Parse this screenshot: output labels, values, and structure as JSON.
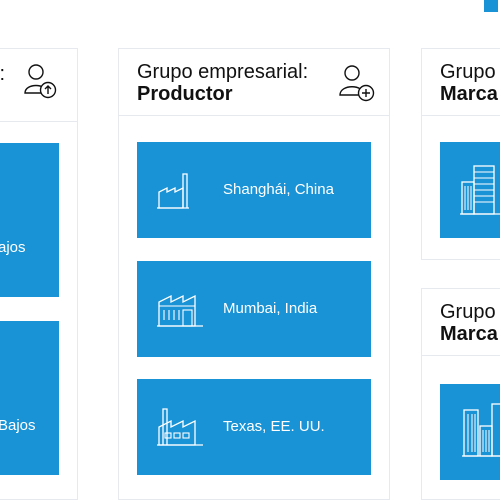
{
  "colors": {
    "accent": "#1a93d6",
    "border": "#e6e9ee",
    "text": "#111111"
  },
  "left_group": {
    "title_line1": "l:",
    "cards": [
      {
        "label": "ajos"
      },
      {
        "label": "Bajos"
      }
    ],
    "icon": "user-upload-icon"
  },
  "center_group": {
    "title_line1": "Grupo empresarial:",
    "title_line2": "Productor",
    "icon": "user-add-icon",
    "cards": [
      {
        "label": "Shanghái, China",
        "icon": "factory-icon"
      },
      {
        "label": "Mumbai, India",
        "icon": "sawtooth-factory-icon"
      },
      {
        "label": "Texas, EE. UU.",
        "icon": "factory-building-icon"
      }
    ]
  },
  "right_group_top": {
    "title_line1": "Grupo",
    "title_line2": "Marca",
    "cards": [
      {
        "icon": "office-buildings-icon"
      }
    ]
  },
  "right_group_bottom": {
    "title_line1": "Grupo",
    "title_line2": "Marca",
    "cards": [
      {
        "icon": "city-buildings-icon"
      }
    ]
  }
}
